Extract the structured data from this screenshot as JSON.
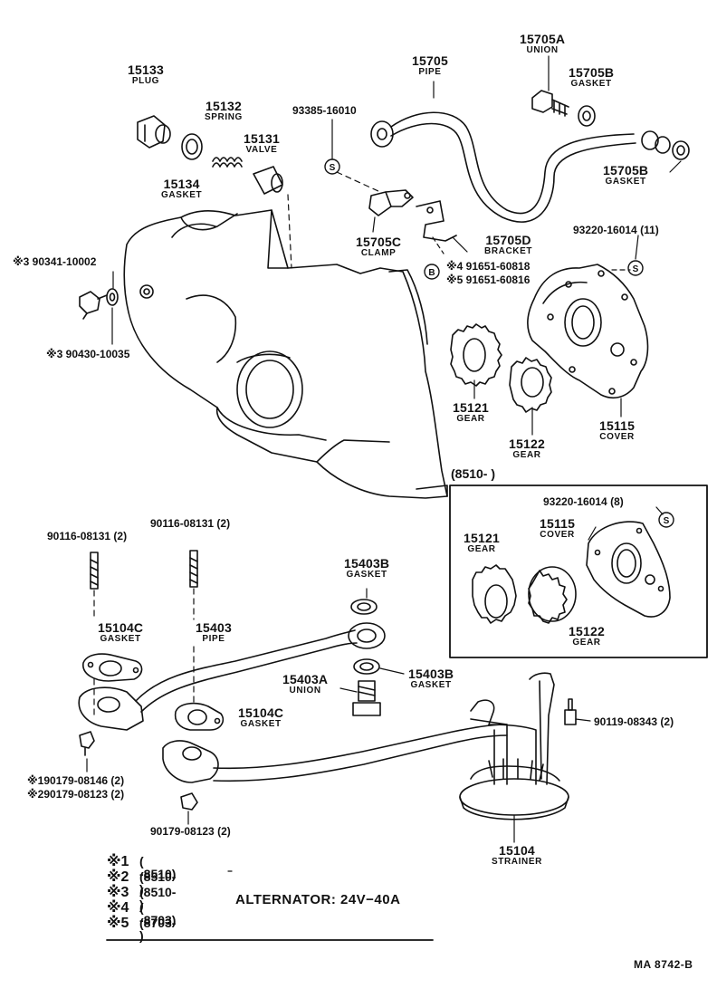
{
  "labels": {
    "p15133": {
      "num": "15133",
      "sub": "PLUG"
    },
    "p15132": {
      "num": "15132",
      "sub": "SPRING"
    },
    "p15131": {
      "num": "15131",
      "sub": "VALVE"
    },
    "p15134": {
      "num": "15134",
      "sub": "GASKET"
    },
    "p93385": {
      "num": "93385-16010"
    },
    "p15705": {
      "num": "15705",
      "sub": "PIPE"
    },
    "p15705A": {
      "num": "15705A",
      "sub": "UNION"
    },
    "p15705B1": {
      "num": "15705B",
      "sub": "GASKET"
    },
    "p15705B2": {
      "num": "15705B",
      "sub": "GASKET"
    },
    "p15705C": {
      "num": "15705C",
      "sub": "CLAMP"
    },
    "p15705D": {
      "num": "15705D",
      "sub": "BRACKET"
    },
    "p91651a": {
      "num": "※4 91651-60818"
    },
    "p91651b": {
      "num": "※5 91651-60816"
    },
    "p93220a": {
      "num": "93220-16014 (11)"
    },
    "p90341": {
      "num": "※3  90341-10002"
    },
    "p90430": {
      "num": "※3  90430-10035"
    },
    "p15121a": {
      "num": "15121",
      "sub": "GEAR"
    },
    "p15122a": {
      "num": "15122",
      "sub": "GEAR"
    },
    "p15115a": {
      "num": "15115",
      "sub": "COVER"
    },
    "inset_range": {
      "num": "(8510-        )"
    },
    "p93220b": {
      "num": "93220-16014 (8)"
    },
    "p15121b": {
      "num": "15121",
      "sub": "GEAR"
    },
    "p15115b": {
      "num": "15115",
      "sub": "COVER"
    },
    "p15122b": {
      "num": "15122",
      "sub": "GEAR"
    },
    "p90116a": {
      "num": "90116-08131 (2)"
    },
    "p90116b": {
      "num": "90116-08131 (2)"
    },
    "p15403B1": {
      "num": "15403B",
      "sub": "GASKET"
    },
    "p15104C1": {
      "num": "15104C",
      "sub": "GASKET"
    },
    "p15403": {
      "num": "15403",
      "sub": "PIPE"
    },
    "p15403A": {
      "num": "15403A",
      "sub": "UNION"
    },
    "p15403B2": {
      "num": "15403B",
      "sub": "GASKET"
    },
    "p15104C2": {
      "num": "15104C",
      "sub": "GASKET"
    },
    "p90119": {
      "num": "90119-08343 (2)"
    },
    "p90179a": {
      "num": "※190179-08146 (2)"
    },
    "p90179b": {
      "num": "※290179-08123 (2)"
    },
    "p90179c": {
      "num": "90179-08123 (2)"
    },
    "p15104": {
      "num": "15104",
      "sub": "STRAINER"
    }
  },
  "circle_marks": {
    "s": "S",
    "b": "B"
  },
  "legend": [
    {
      "mark": "※1",
      "range": "(        -8510)"
    },
    {
      "mark": "※2",
      "range": "(8510-        )"
    },
    {
      "mark": "※3",
      "range": "(8510-        )"
    },
    {
      "mark": "※4",
      "range": "(        -8703)"
    },
    {
      "mark": "※5",
      "range": "(8703-        )"
    }
  ],
  "alternator_note": "ALTERNATOR: 24V−40A",
  "footer_code": "MA  8742-B"
}
